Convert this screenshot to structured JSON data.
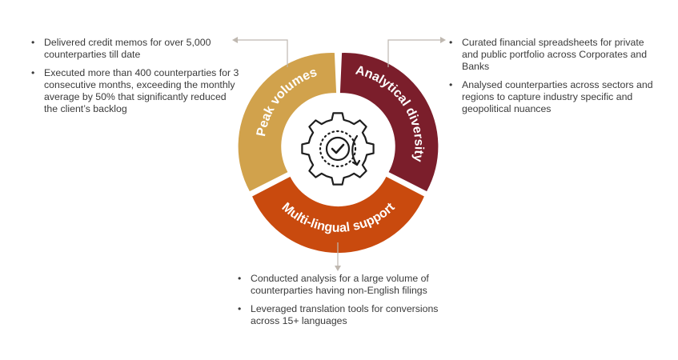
{
  "segments": {
    "peak": {
      "label": "Peak volumes",
      "color": "#D1A24C"
    },
    "analytical": {
      "label": "Analytical diversity",
      "color": "#7B1E2B"
    },
    "multilingual": {
      "label": "Multi-lingual support",
      "color": "#C94A0E"
    }
  },
  "center": {
    "icon": "gear-check-icon"
  },
  "panels": {
    "left": {
      "items": [
        "Delivered credit memos for over 5,000 counterparties till date",
        "Executed more than 400 counterparties for 3 consecutive months, exceeding the monthly average by 50% that significantly reduced the client’s backlog"
      ]
    },
    "right": {
      "items": [
        "Curated financial spreadsheets for private and public portfolio across Corporates and Banks",
        "Analysed counterparties across sectors and regions to capture industry specific and geopolitical nuances"
      ]
    },
    "bottom": {
      "items": [
        "Conducted analysis for a large volume of counterparties having non-English filings",
        "Leveraged translation tools for conversions across 15+ languages"
      ]
    }
  },
  "connector_color": "#BFB8B0"
}
